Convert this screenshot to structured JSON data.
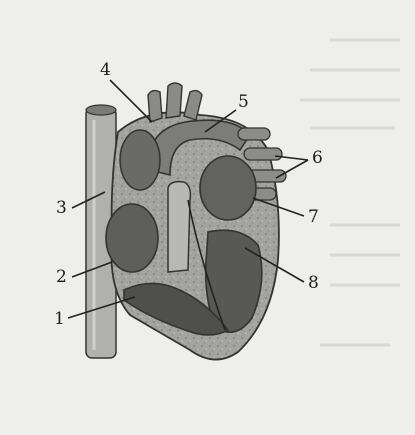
{
  "diagram": {
    "labels": [
      {
        "id": "1",
        "text": "1"
      },
      {
        "id": "2",
        "text": "2"
      },
      {
        "id": "3",
        "text": "3"
      },
      {
        "id": "4",
        "text": "4"
      },
      {
        "id": "5",
        "text": "5"
      },
      {
        "id": "6",
        "text": "6"
      },
      {
        "id": "7",
        "text": "7"
      },
      {
        "id": "8",
        "text": "8"
      }
    ]
  },
  "colors": {
    "background": "#eeeeea",
    "tissue": "#9a9a96",
    "cavity": "#5c5c5a",
    "outline": "#222222"
  }
}
